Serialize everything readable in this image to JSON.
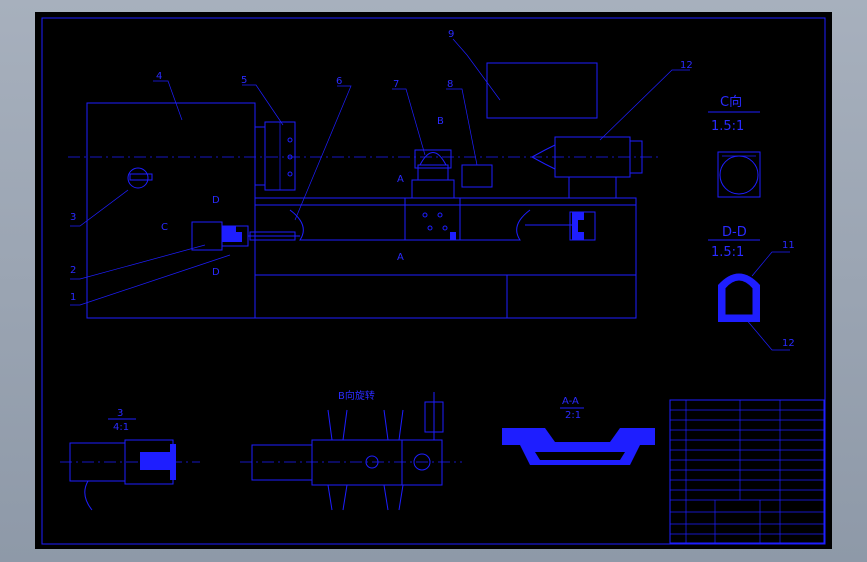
{
  "drawing": {
    "part_labels": [
      "1",
      "2",
      "3",
      "4",
      "5",
      "6",
      "7",
      "8",
      "9",
      "12",
      "11",
      "12"
    ],
    "section_labels": {
      "c_view": "C向",
      "c_scale": "1.5:1",
      "dd_view": "D-D",
      "dd_scale": "1.5:1",
      "b_rotate": "B向旋转",
      "aa_view": "A-A",
      "aa_scale": "2:1",
      "detail3": "3",
      "detail3_scale": "4:1"
    },
    "markers": {
      "A": "A",
      "B": "B",
      "C": "C",
      "D": "D",
      "A_prime": "A",
      "D_prime": "D"
    }
  },
  "title_block": {
    "rows": [
      "",
      "",
      "",
      "",
      "",
      "",
      "",
      "",
      "",
      "",
      "",
      "",
      "",
      "",
      ""
    ]
  },
  "colors": {
    "line": "#1e1eff",
    "sheet": "#000000",
    "background": "#9aa4b2"
  }
}
